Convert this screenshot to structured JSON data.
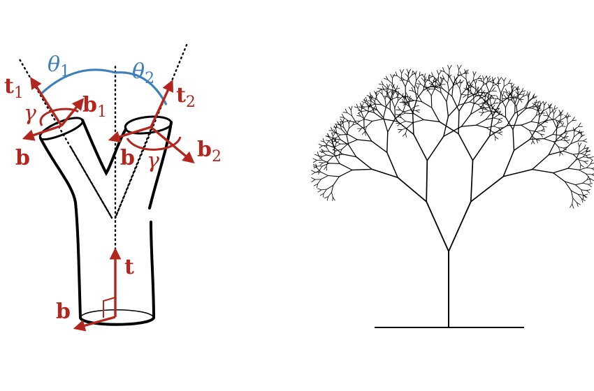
{
  "colors": {
    "vector_red": "#b3261e",
    "angle_blue": "#3d7fb8",
    "ink": "#000000"
  },
  "branch_diagram": {
    "labels": {
      "theta1": {
        "sym": "θ",
        "sub": "1"
      },
      "theta2": {
        "sym": "θ",
        "sub": "2"
      },
      "t1": {
        "sym": "t",
        "sub": "1"
      },
      "t2": {
        "sym": "t",
        "sub": "2"
      },
      "b1": {
        "sym": "b",
        "sub": "1"
      },
      "b2": {
        "sym": "b",
        "sub": "2"
      },
      "gamma_left": "γ",
      "gamma_right": "γ",
      "b_left": "b",
      "b_mid": "b",
      "t_base": "t",
      "b_base": "b"
    }
  },
  "fractal_tree": {
    "depth": 9,
    "spread_degrees": 26,
    "length_ratio": 0.72
  }
}
